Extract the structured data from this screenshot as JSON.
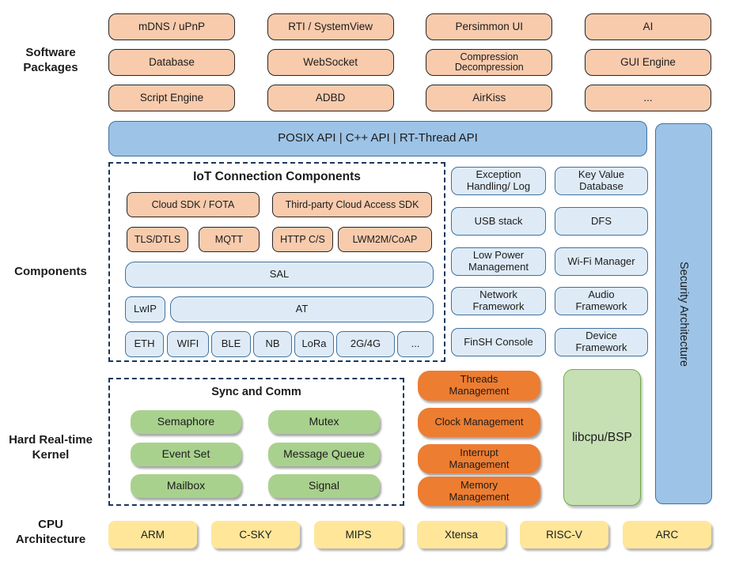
{
  "labels": {
    "software": "Software\nPackages",
    "components": "Components",
    "kernel": "Hard Real-time\nKernel",
    "cpu": "CPU\nArchitecture"
  },
  "packages": [
    [
      "mDNS / uPnP",
      "RTI / SystemView",
      "Persimmon UI",
      "AI"
    ],
    [
      "Database",
      "WebSocket",
      "Compression\nDecompression",
      "GUI Engine"
    ],
    [
      "Script Engine",
      "ADBD",
      "AirKiss",
      "..."
    ]
  ],
  "api_bar": "POSIX API  |  C++ API  |  RT-Thread API",
  "security_bar": "Security Architecture",
  "iot": {
    "title": "IoT Connection Components",
    "cloud_row": [
      "Cloud SDK / FOTA",
      "Third-party Cloud Access SDK"
    ],
    "proto_row": [
      "TLS/DTLS",
      "MQTT",
      "HTTP C/S",
      "LWM2M/CoAP"
    ],
    "sal": "SAL",
    "lwip": "LwIP",
    "at": "AT",
    "links": [
      "ETH",
      "WIFI",
      "BLE",
      "NB",
      "LoRa",
      "2G/4G",
      "..."
    ]
  },
  "frameworks": [
    [
      "Exception\nHandling/ Log",
      "Key Value\nDatabase"
    ],
    [
      "USB stack",
      "DFS"
    ],
    [
      "Low Power\nManagement",
      "Wi-Fi Manager"
    ],
    [
      "Network\nFramework",
      "Audio\nFramework"
    ],
    [
      "FinSH Console",
      "Device\nFramework"
    ]
  ],
  "sync": {
    "title": "Sync and Comm",
    "rows": [
      [
        "Semaphore",
        "Mutex"
      ],
      [
        "Event Set",
        "Message Queue"
      ],
      [
        "Mailbox",
        "Signal"
      ]
    ]
  },
  "management": [
    "Threads\nManagement",
    "Clock Management",
    "Interrupt\nManagement",
    "Memory\nManagement"
  ],
  "libcpu": "libcpu/BSP",
  "cpus": [
    "ARM",
    "C-SKY",
    "MIPS",
    "Xtensa",
    "RISC-V",
    "ARC"
  ],
  "colors": {
    "peach": "#F8CBAD",
    "mid_blue": "#9DC3E6",
    "light_blue": "#DEEBF7",
    "blue_border": "#41719C",
    "navy_dash": "#17375E",
    "green": "#A9D18E",
    "dark_orange": "#ED7D31",
    "light_green": "#C6E0B4",
    "green_border": "#70AD47",
    "yellow": "#FFE699"
  }
}
